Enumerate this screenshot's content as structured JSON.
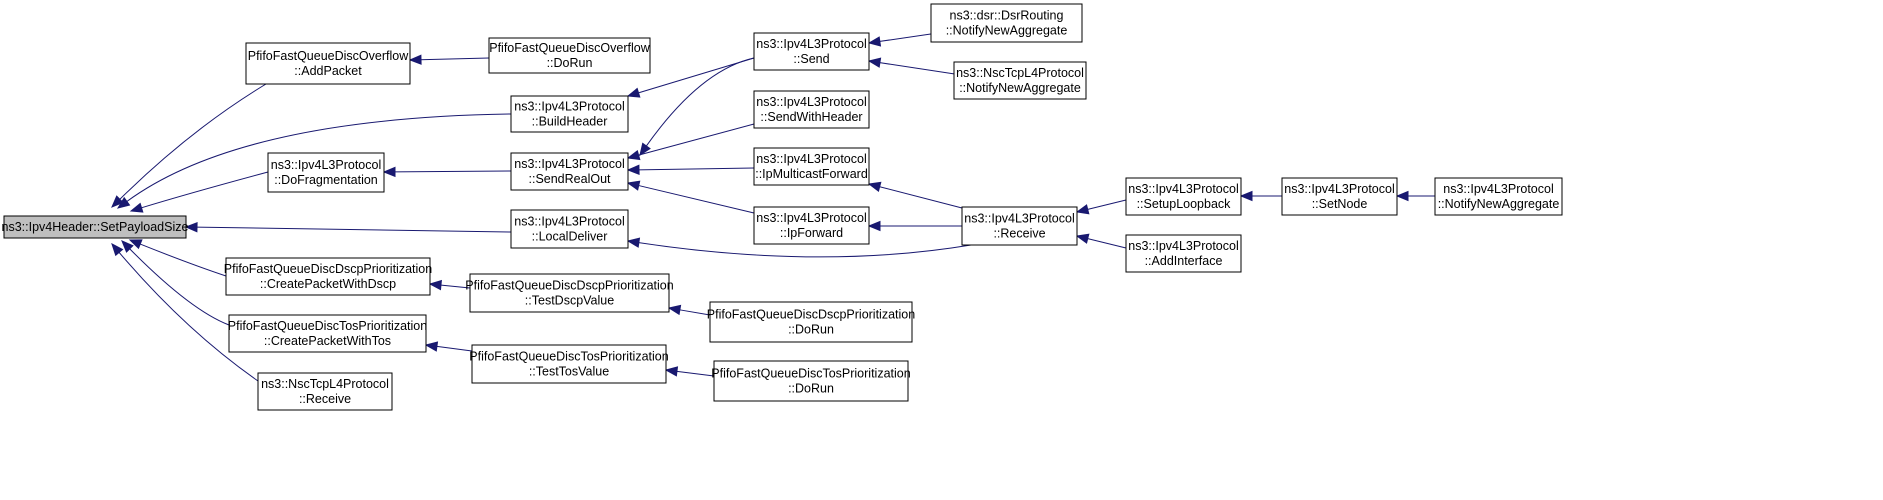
{
  "diagram": {
    "edge_color": "#191970",
    "root_fill": "#bfbfbf",
    "nodes": [
      {
        "id": "root",
        "lines": [
          "ns3::Ipv4Header::SetPayloadSize"
        ]
      },
      {
        "id": "ovf_add",
        "lines": [
          "PfifoFastQueueDiscOverflow",
          "::AddPacket"
        ]
      },
      {
        "id": "ovf_run",
        "lines": [
          "PfifoFastQueueDiscOverflow",
          "::DoRun"
        ]
      },
      {
        "id": "build",
        "lines": [
          "ns3::Ipv4L3Protocol",
          "::BuildHeader"
        ]
      },
      {
        "id": "send",
        "lines": [
          "ns3::Ipv4L3Protocol",
          "::Send"
        ]
      },
      {
        "id": "dsr",
        "lines": [
          "ns3::dsr::DsrRouting",
          "::NotifyNewAggregate"
        ]
      },
      {
        "id": "nsc_notify",
        "lines": [
          "ns3::NscTcpL4Protocol",
          "::NotifyNewAggregate"
        ]
      },
      {
        "id": "frag",
        "lines": [
          "ns3::Ipv4L3Protocol",
          "::DoFragmentation"
        ]
      },
      {
        "id": "realout",
        "lines": [
          "ns3::Ipv4L3Protocol",
          "::SendRealOut"
        ]
      },
      {
        "id": "withheader",
        "lines": [
          "ns3::Ipv4L3Protocol",
          "::SendWithHeader"
        ]
      },
      {
        "id": "mcast",
        "lines": [
          "ns3::Ipv4L3Protocol",
          "::IpMulticastForward"
        ]
      },
      {
        "id": "ipfwd",
        "lines": [
          "ns3::Ipv4L3Protocol",
          "::IpForward"
        ]
      },
      {
        "id": "local",
        "lines": [
          "ns3::Ipv4L3Protocol",
          "::LocalDeliver"
        ]
      },
      {
        "id": "receive",
        "lines": [
          "ns3::Ipv4L3Protocol",
          "::Receive"
        ]
      },
      {
        "id": "loop",
        "lines": [
          "ns3::Ipv4L3Protocol",
          "::SetupLoopback"
        ]
      },
      {
        "id": "addif",
        "lines": [
          "ns3::Ipv4L3Protocol",
          "::AddInterface"
        ]
      },
      {
        "id": "setnode",
        "lines": [
          "ns3::Ipv4L3Protocol",
          "::SetNode"
        ]
      },
      {
        "id": "notify",
        "lines": [
          "ns3::Ipv4L3Protocol",
          "::NotifyNewAggregate"
        ]
      },
      {
        "id": "dscp_create",
        "lines": [
          "PfifoFastQueueDiscDscpPrioritization",
          "::CreatePacketWithDscp"
        ]
      },
      {
        "id": "dscp_test",
        "lines": [
          "PfifoFastQueueDiscDscpPrioritization",
          "::TestDscpValue"
        ]
      },
      {
        "id": "dscp_run",
        "lines": [
          "PfifoFastQueueDiscDscpPrioritization",
          "::DoRun"
        ]
      },
      {
        "id": "tos_create",
        "lines": [
          "PfifoFastQueueDiscTosPrioritization",
          "::CreatePacketWithTos"
        ]
      },
      {
        "id": "tos_test",
        "lines": [
          "PfifoFastQueueDiscTosPrioritization",
          "::TestTosValue"
        ]
      },
      {
        "id": "tos_run",
        "lines": [
          "PfifoFastQueueDiscTosPrioritization",
          "::DoRun"
        ]
      },
      {
        "id": "nsc_recv",
        "lines": [
          "ns3::NscTcpL4Protocol",
          "::Receive"
        ]
      }
    ],
    "edges": [
      {
        "from": "ovf_add",
        "to": "root"
      },
      {
        "from": "build",
        "to": "root"
      },
      {
        "from": "frag",
        "to": "root"
      },
      {
        "from": "local",
        "to": "root"
      },
      {
        "from": "dscp_create",
        "to": "root"
      },
      {
        "from": "tos_create",
        "to": "root"
      },
      {
        "from": "nsc_recv",
        "to": "root"
      },
      {
        "from": "ovf_run",
        "to": "ovf_add"
      },
      {
        "from": "send",
        "to": "build"
      },
      {
        "from": "realout",
        "to": "frag"
      },
      {
        "from": "send",
        "to": "realout"
      },
      {
        "from": "withheader",
        "to": "realout"
      },
      {
        "from": "mcast",
        "to": "realout"
      },
      {
        "from": "ipfwd",
        "to": "realout"
      },
      {
        "from": "dsr",
        "to": "send"
      },
      {
        "from": "nsc_notify",
        "to": "send"
      },
      {
        "from": "receive",
        "to": "mcast"
      },
      {
        "from": "receive",
        "to": "ipfwd"
      },
      {
        "from": "receive",
        "to": "local"
      },
      {
        "from": "loop",
        "to": "receive"
      },
      {
        "from": "addif",
        "to": "receive"
      },
      {
        "from": "setnode",
        "to": "loop"
      },
      {
        "from": "notify",
        "to": "setnode"
      },
      {
        "from": "dscp_test",
        "to": "dscp_create"
      },
      {
        "from": "dscp_run",
        "to": "dscp_test"
      },
      {
        "from": "tos_test",
        "to": "tos_create"
      },
      {
        "from": "tos_run",
        "to": "tos_test"
      }
    ]
  }
}
